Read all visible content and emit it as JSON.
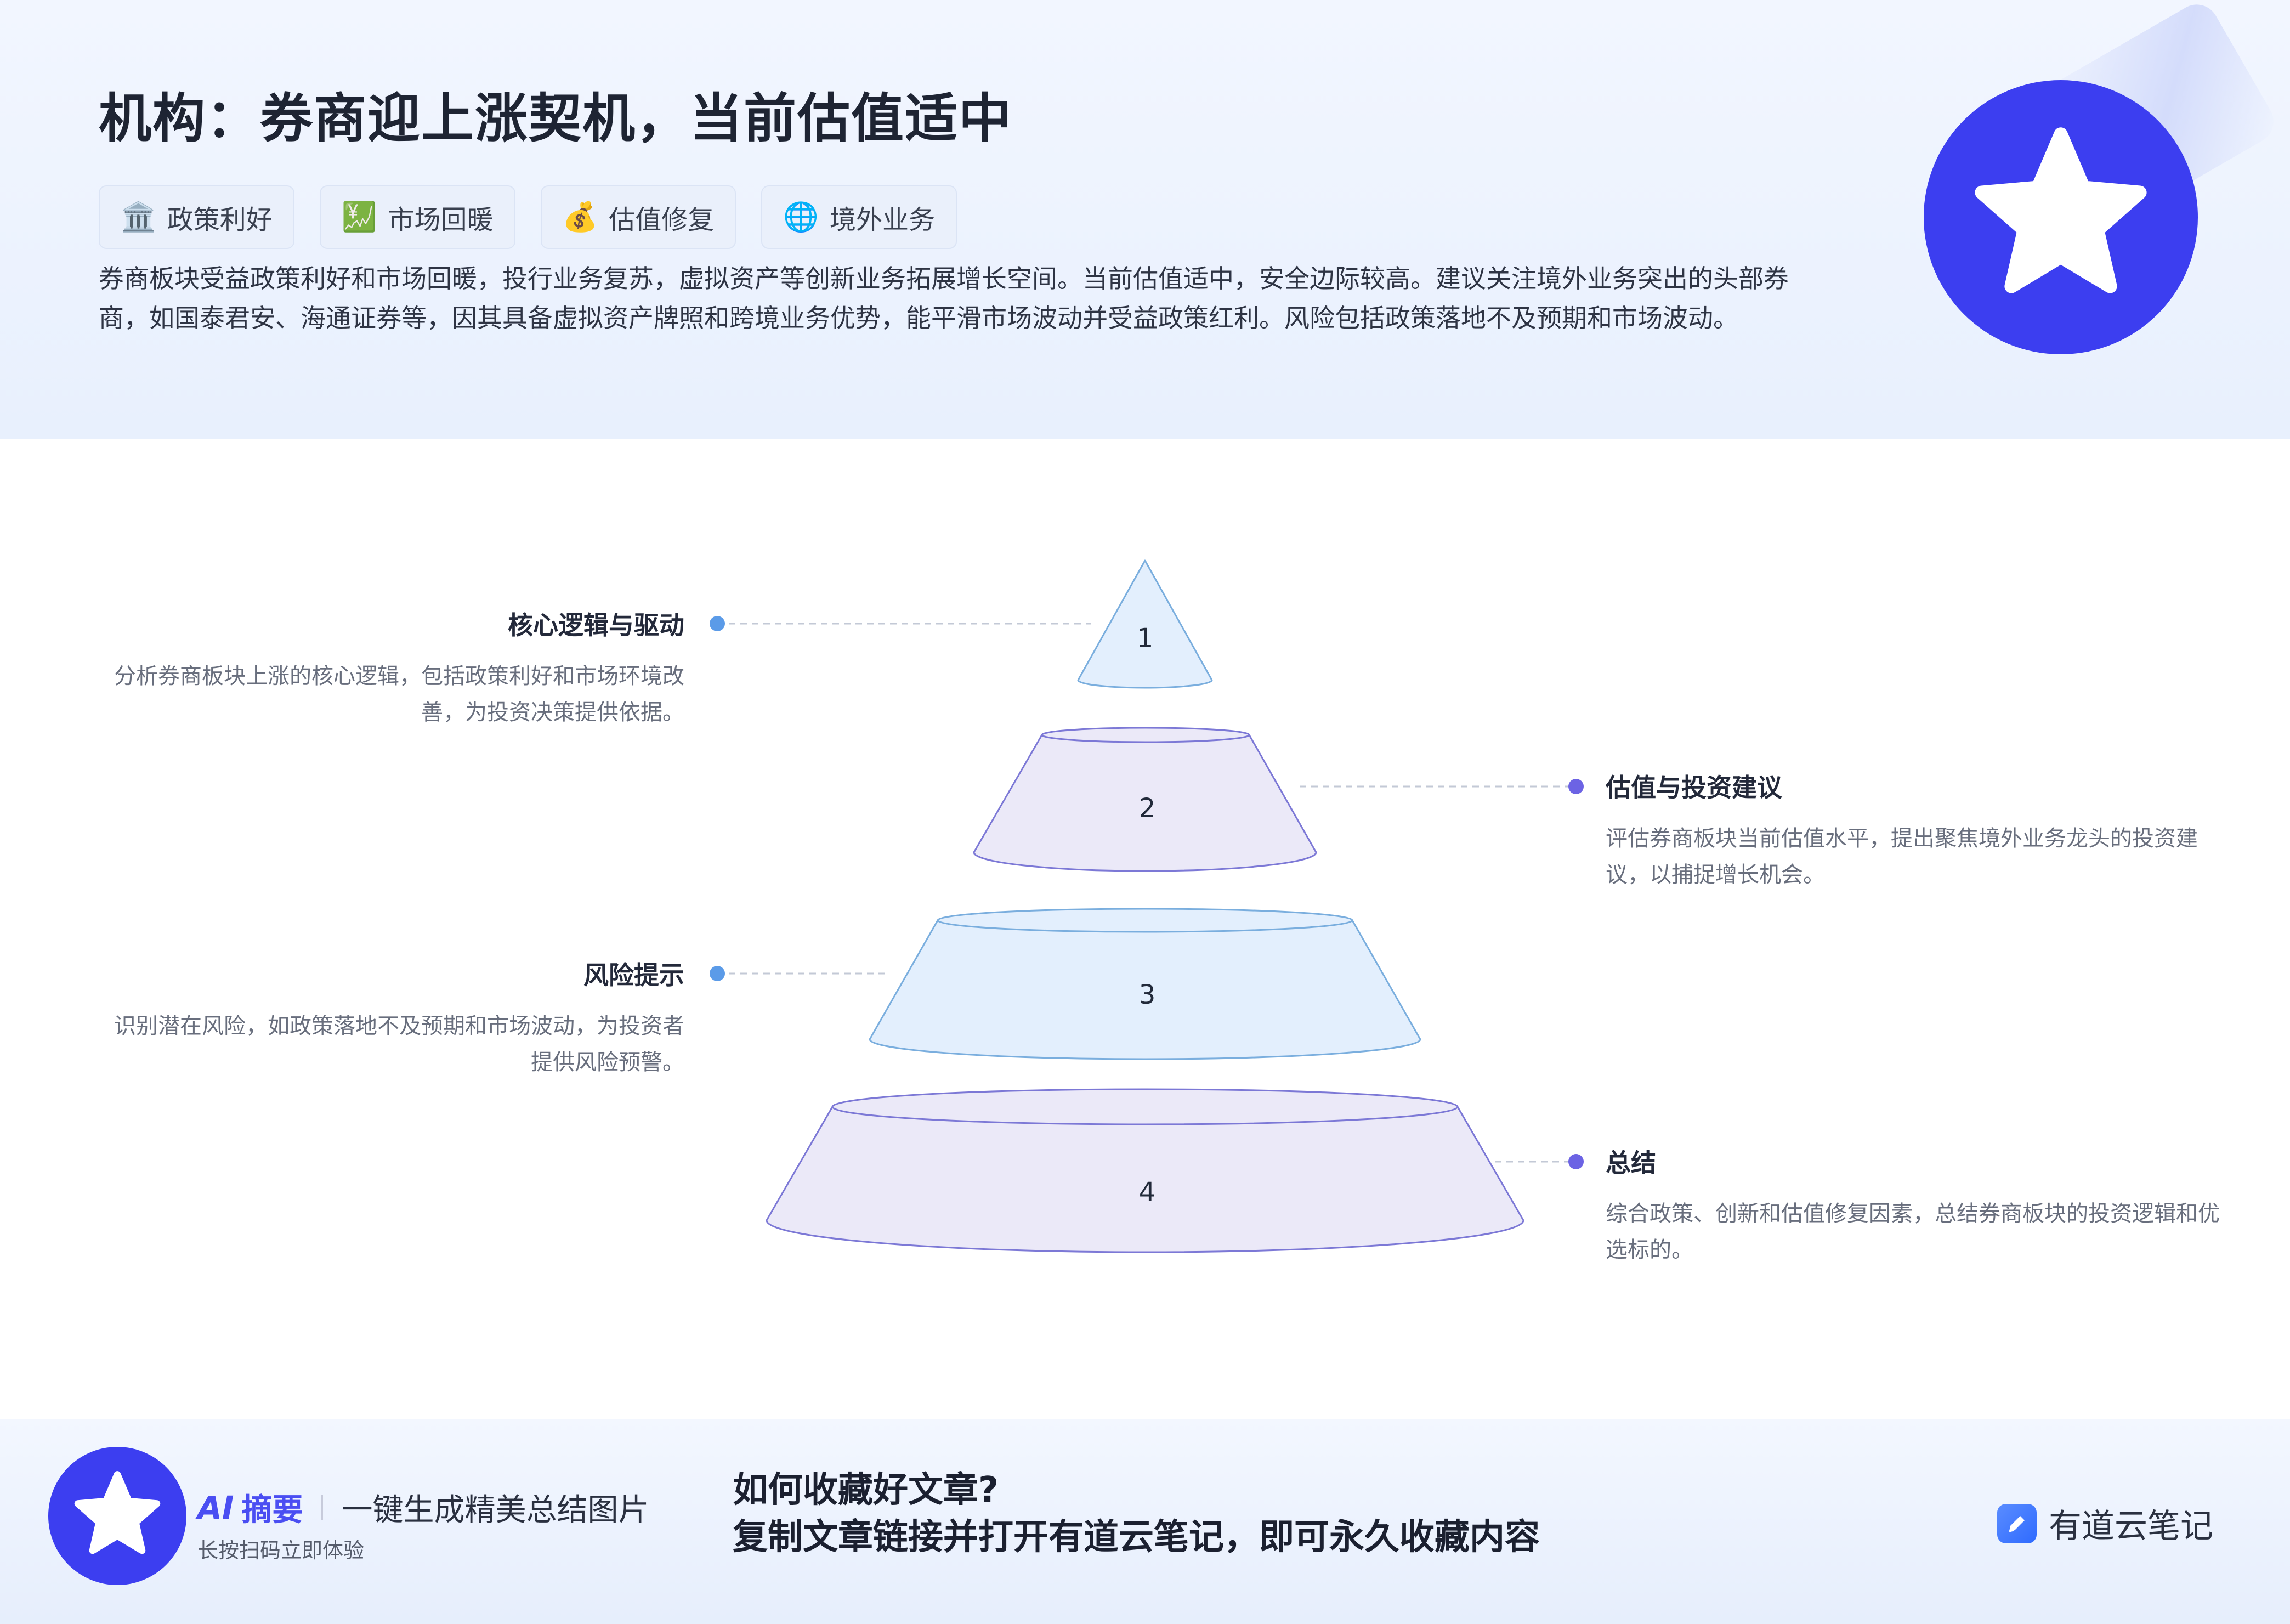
{
  "header": {
    "title": "机构：券商迎上涨契机，当前估值适中",
    "tags": [
      {
        "icon": "🏛️",
        "icon_name": "bank-icon",
        "label": "政策利好"
      },
      {
        "icon": "💹",
        "icon_name": "chart-up-icon",
        "label": "市场回暖"
      },
      {
        "icon": "💰",
        "icon_name": "money-bag-icon",
        "label": "估值修复"
      },
      {
        "icon": "🌐",
        "icon_name": "globe-icon",
        "label": "境外业务"
      }
    ],
    "summary": "券商板块受益政策利好和市场回暖，投行业务复苏，虚拟资产等创新业务拓展增长空间。当前估值适中，安全边际较高。建议关注境外业务突出的头部券商，如国泰君安、海通证券等，因其具备虚拟资产牌照和跨境业务优势，能平滑市场波动并受益政策红利。风险包括政策落地不及预期和市场波动。",
    "badge_icon": "star-icon"
  },
  "pyramid": {
    "levels": [
      {
        "number": "1",
        "title": "核心逻辑与驱动",
        "desc": "分析券商板块上涨的核心逻辑，包括政策利好和市场环境改善，为投资决策提供依据。",
        "side": "left"
      },
      {
        "number": "2",
        "title": "估值与投资建议",
        "desc": "评估券商板块当前估值水平，提出聚焦境外业务龙头的投资建议，以捕捉增长机会。",
        "side": "right"
      },
      {
        "number": "3",
        "title": "风险提示",
        "desc": "识别潜在风险，如政策落地不及预期和市场波动，为投资者提供风险预警。",
        "side": "left"
      },
      {
        "number": "4",
        "title": "总结",
        "desc": "综合政策、创新和估值修复因素，总结券商板块的投资逻辑和优选标的。",
        "side": "right"
      }
    ],
    "colors": {
      "fill_blue": "#e3effd",
      "fill_purple": "#ebe9f8",
      "stroke_blue": "#7aaede",
      "stroke_purple": "#7c78d6",
      "dot_blue": "#5b9be8",
      "dot_purple": "#6c63e4"
    }
  },
  "footer": {
    "brand_ai": "AI",
    "brand_name": "摘要",
    "slogan": "一键生成精美总结图片",
    "scan_hint": "长按扫码立即体验",
    "howto_title": "如何收藏好文章?",
    "howto_desc": "复制文章链接并打开有道云笔记，即可永久收藏内容",
    "app_name": "有道云笔记",
    "accent": "#3c3ef0"
  }
}
